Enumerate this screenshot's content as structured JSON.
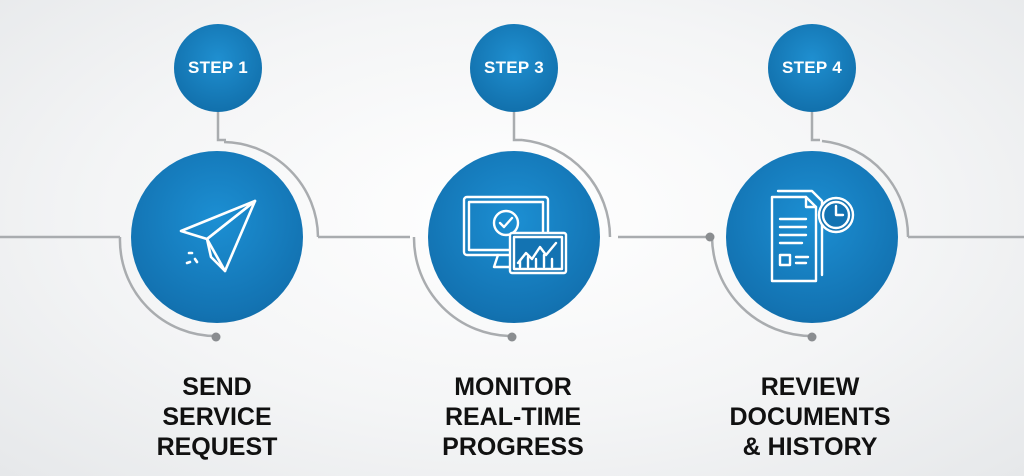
{
  "steps": [
    {
      "badge": "STEP 1",
      "icon": "paper-plane-icon",
      "title_lines": [
        "SEND",
        "SERVICE",
        "REQUEST"
      ]
    },
    {
      "badge": "STEP 3",
      "icon": "monitor-check-icon",
      "title_lines": [
        "MONITOR",
        "REAL-TIME",
        "PROGRESS"
      ]
    },
    {
      "badge": "STEP 4",
      "icon": "document-clock-icon",
      "title_lines": [
        "REVIEW",
        "DOCUMENTS",
        "& HISTORY"
      ]
    }
  ],
  "colors": {
    "primary": "#1373b2",
    "line": "#a9acaf",
    "text": "#111111"
  }
}
